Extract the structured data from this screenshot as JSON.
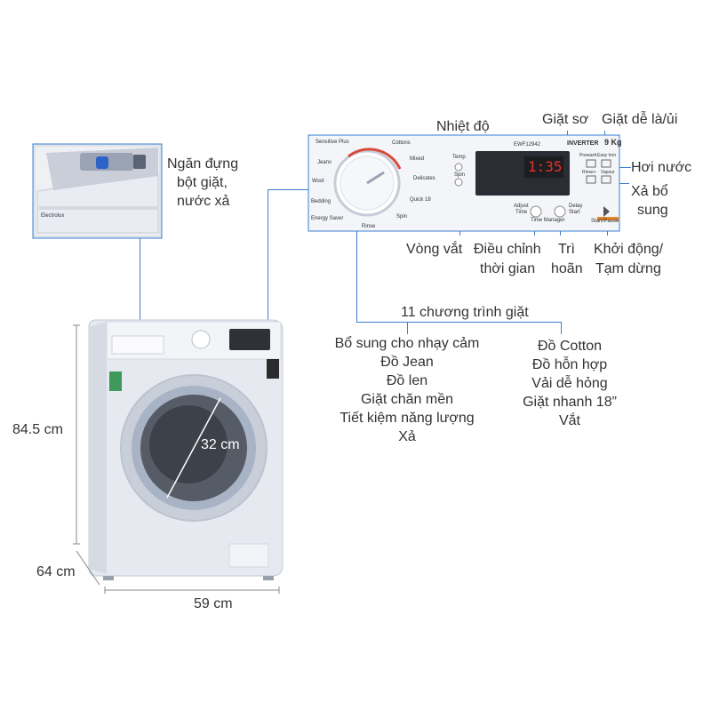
{
  "dispenser_label": [
    "Ngăn đựng",
    "bột giặt,",
    "nước xả"
  ],
  "temp_label": "Nhiệt độ",
  "prewash_label": "Giặt sơ",
  "easy_iron_label": "Giặt dễ là/ủi",
  "steam_label": "Hơi nước",
  "extra_rinse_label": [
    "Xả bổ",
    "sung"
  ],
  "spin_label": "Vòng vắt",
  "time_adjust_label": [
    "Điều chỉnh",
    "thời gian"
  ],
  "delay_label": [
    "Trì",
    "hoãn"
  ],
  "start_pause_label": [
    "Khởi động/",
    "Tạm dừng"
  ],
  "programs_title": "11 chương trình giặt",
  "programs_left": [
    "Bổ sung cho nhạy cảm",
    "Đồ Jean",
    "Đồ len",
    "Giặt chăn mền",
    "Tiết kiệm năng lượng",
    "Xả"
  ],
  "programs_right": [
    "Đồ Cotton",
    "Đồ hỗn hợp",
    "Vải dễ hỏng",
    "Giặt nhanh 18”",
    "Vắt"
  ],
  "dim_height": "84.5 cm",
  "dim_depth": "64 cm",
  "dim_width": "59 cm",
  "dim_door": "32 cm",
  "panel": {
    "dial_programs": [
      "Sensitive Plus",
      "Cottons",
      "Mixed",
      "Delicates",
      "Quick 18",
      "Spin",
      "Rinse",
      "Energy Saver",
      "Bedding",
      "Wool",
      "Jeans"
    ],
    "model": "EWF12942",
    "inverter": "INVERTER",
    "capacity": "9 Kg",
    "display": "1:35",
    "temp": "Temp",
    "spin": "Spin",
    "adjust_time": [
      "Adjust",
      "Time"
    ],
    "time_manager": "Time Manager",
    "delay_start": [
      "Delay",
      "Start"
    ],
    "start_pause": "Start/Pause",
    "prewash": "Prewash",
    "easy_iron": "Easy Iron",
    "rinse_plus": "Rinse+",
    "steam": "Vapour"
  },
  "dispenser_brand": "Electrolux",
  "colors": {
    "accent": "#3b7fd0",
    "machine": "#e6e9f0",
    "text": "#333333"
  }
}
